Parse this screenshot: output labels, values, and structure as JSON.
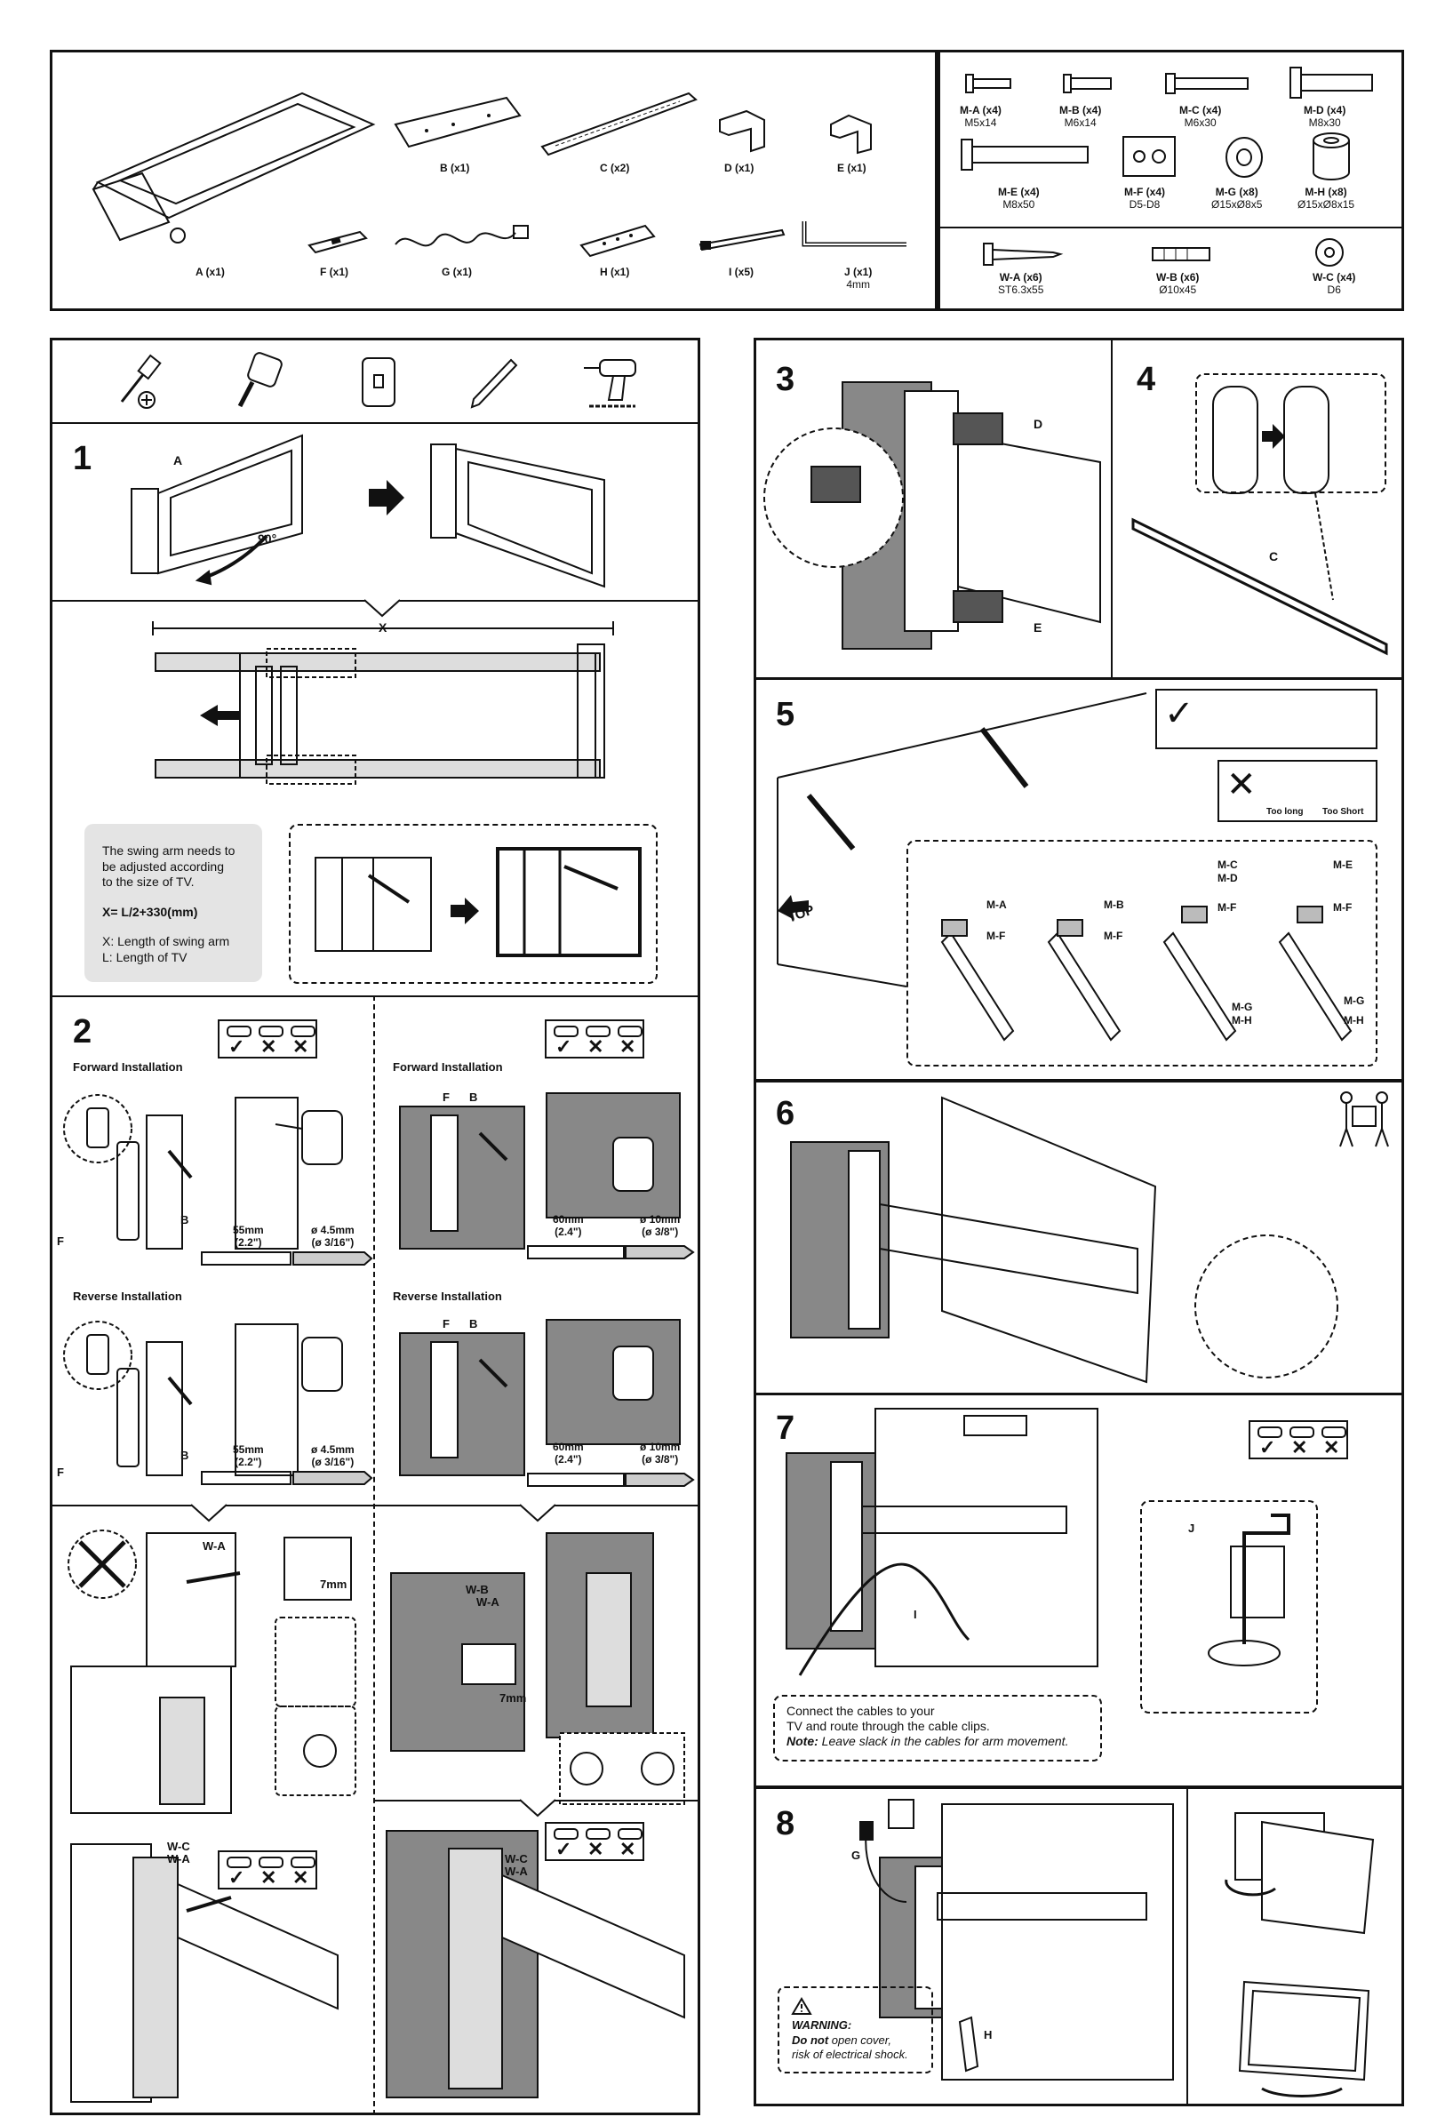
{
  "parts": {
    "A": "A (x1)",
    "B": "B (x1)",
    "C": "C (x2)",
    "D": "D (x1)",
    "E": "E (x1)",
    "F": "F (x1)",
    "G": "G (x1)",
    "H": "H (x1)",
    "I": "I (x5)",
    "J": "J (x1)",
    "J_size": "4mm"
  },
  "hardware": [
    {
      "label": "M-A (x4)",
      "size": "M5x14"
    },
    {
      "label": "M-B (x4)",
      "size": "M6x14"
    },
    {
      "label": "M-C (x4)",
      "size": "M6x30"
    },
    {
      "label": "M-D (x4)",
      "size": "M8x30"
    },
    {
      "label": "M-E (x4)",
      "size": "M8x50"
    },
    {
      "label": "M-F (x4)",
      "size": "D5-D8"
    },
    {
      "label": "M-G (x8)",
      "size": "Ø15xØ8x5"
    },
    {
      "label": "M-H (x8)",
      "size": "Ø15xØ8x15"
    }
  ],
  "wall_hardware": [
    {
      "label": "W-A (x6)",
      "size": "ST6.3x55"
    },
    {
      "label": "W-B (x6)",
      "size": "Ø10x45"
    },
    {
      "label": "W-C (x4)",
      "size": "D6"
    }
  ],
  "step1": {
    "num": "1",
    "part_a": "A",
    "angle": "90°",
    "x_label": "X",
    "note_line1": "The swing arm needs to",
    "note_line2": "be adjusted according",
    "note_line3": "to the size of TV.",
    "formula": "X= L/2+330(mm)",
    "legend1": "X: Length of swing arm",
    "legend2": "L:  Length of TV"
  },
  "step2": {
    "num": "2",
    "forward": "Forward Installation",
    "reverse": "Reverse Installation",
    "wood_spacing": "55mm",
    "wood_spacing_in": "(2.2\")",
    "wood_drill": "ø 4.5mm",
    "wood_drill_in": "(ø 3/16\")",
    "concrete_spacing": "60mm",
    "concrete_spacing_in": "(2.4\")",
    "concrete_drill": "ø 10mm",
    "concrete_drill_in": "(ø 3/8\")",
    "F": "F",
    "B": "B",
    "WA": "W-A",
    "WB": "W-B",
    "WC": "W-C",
    "depth": "7mm"
  },
  "step3": {
    "num": "3",
    "D": "D",
    "E": "E"
  },
  "step4": {
    "num": "4",
    "C": "C"
  },
  "step5": {
    "num": "5",
    "top": "TOP",
    "too_long": "Too long",
    "too_short": "Too Short",
    "MA": "M-A",
    "MB": "M-B",
    "MC": "M-C",
    "MD": "M-D",
    "ME": "M-E",
    "MF": "M-F",
    "MG": "M-G",
    "MH": "M-H"
  },
  "step6": {
    "num": "6"
  },
  "step7": {
    "num": "7",
    "J": "J",
    "I": "I",
    "caption1": "Connect the cables to your",
    "caption2": "TV and route through the cable clips.",
    "note_bold": "Note:",
    "note_rest": " Leave slack in the cables for arm movement."
  },
  "step8": {
    "num": "8",
    "G": "G",
    "H": "H",
    "warning_title": "WARNING:",
    "warning_bold": "Do not",
    "warning_rest": " open cover,",
    "warning_line3": "risk of electrical shock."
  }
}
